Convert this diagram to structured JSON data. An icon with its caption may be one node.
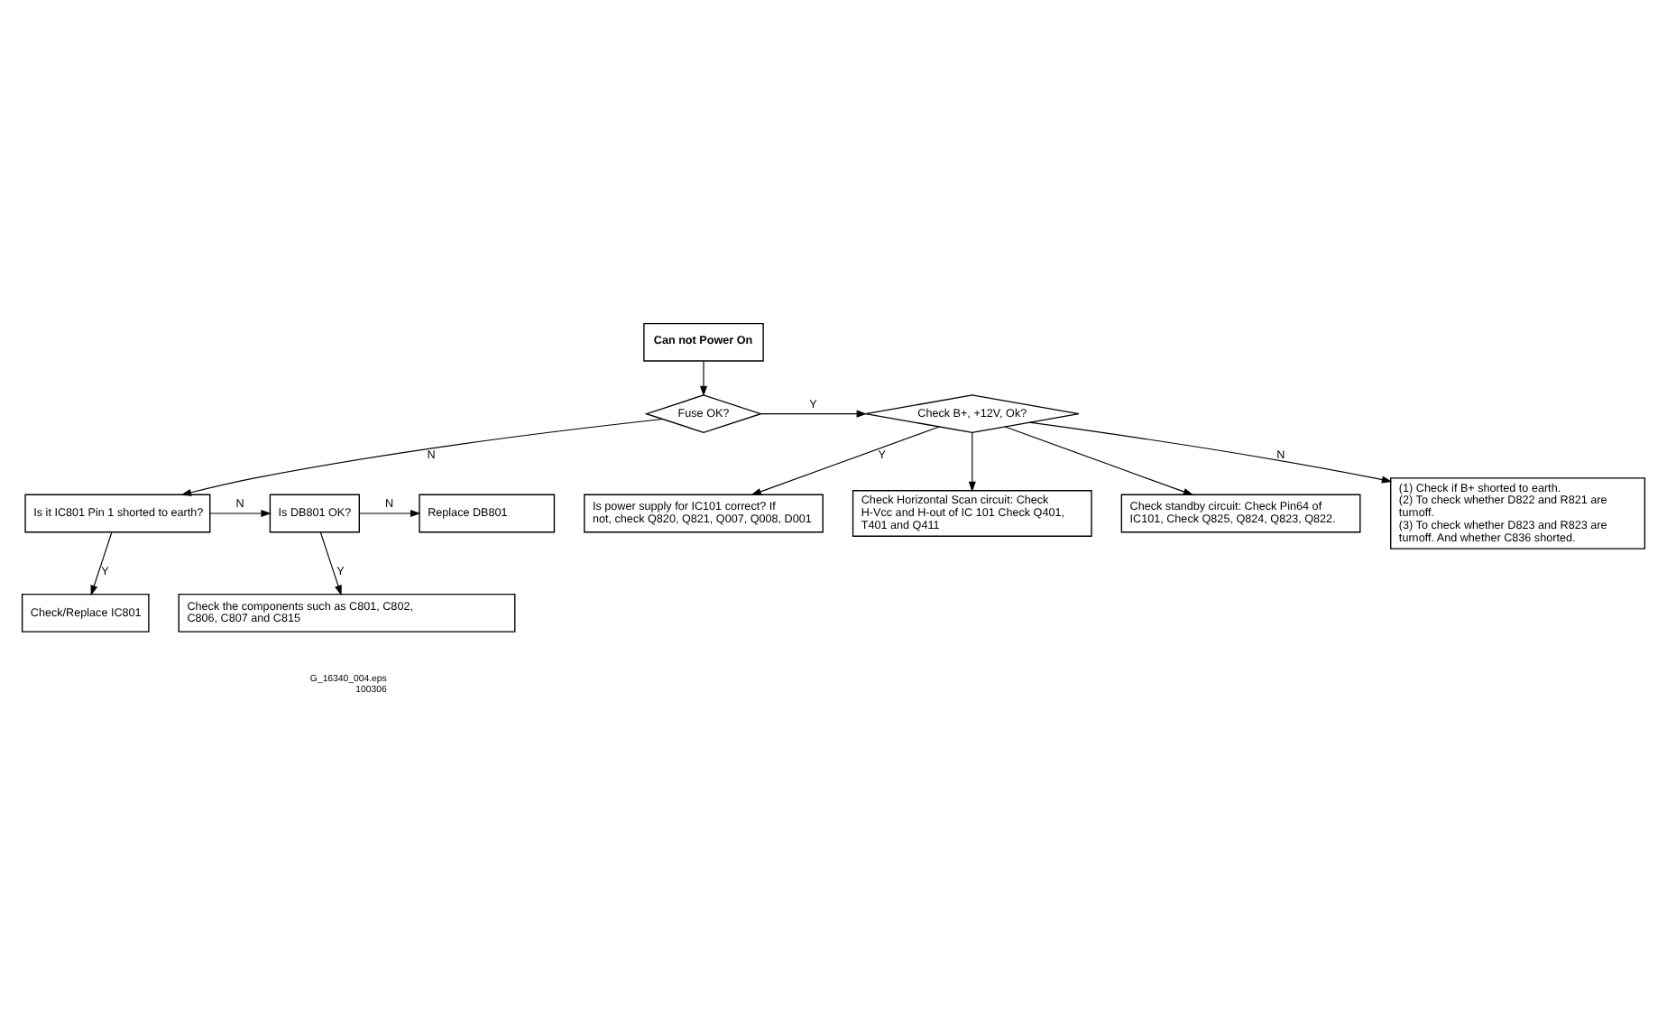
{
  "diagram": {
    "nodes": [
      {
        "text": [
          "Can not Power On"
        ]
      },
      {
        "text": [
          "Fuse OK?"
        ]
      },
      {
        "text": [
          "Check B+, +12V, Ok?"
        ]
      },
      {
        "text": [
          "Is power supply for IC101 correct? If not, check Q820, Q821, Q007, Q008, D001"
        ]
      },
      {
        "text": [
          "Check Horizontal Scan circuit: Check H-Vcc and H-out of IC 101 Check Q401, T401 and Q411"
        ]
      },
      {
        "text": [
          "Check standby circuit: Check Pin64 of IC101, Check Q825, Q824, Q823, Q822."
        ]
      },
      {
        "text": [
          "(1) Check if B+ shorted to earth.",
          "(2) To check whether D822 and R821 are turnoff.",
          "(3) To check whether D823 and R823 are turnoff. And whether C836 shorted."
        ]
      },
      {
        "text": [
          "Is it IC801 Pin 1 shorted to earth?"
        ]
      },
      {
        "text": [
          "Is DB801 OK?"
        ]
      },
      {
        "text": [
          "Replace DB801"
        ]
      },
      {
        "text": [
          "Check/Replace IC801"
        ]
      },
      {
        "text": [
          "Check the components such as C801, C802, C806, C807 and C815"
        ]
      }
    ],
    "edges": [
      {
        "from": 0,
        "to": 1,
        "arrow": "to"
      },
      {
        "from": 1,
        "to": 2,
        "arrow": "to",
        "label": "Y"
      },
      {
        "from": 2,
        "to": 3,
        "arrow": "to",
        "label": "Y"
      },
      {
        "from": 2,
        "to": 4,
        "arrow": "to"
      },
      {
        "from": 2,
        "to": 5,
        "arrow": "to"
      },
      {
        "from": 2,
        "to": 6,
        "arrow": "to",
        "label": "N"
      },
      {
        "from": 1,
        "to": 7,
        "arrow": "to",
        "label": "N"
      },
      {
        "from": 7,
        "to": 8,
        "arrow": "to",
        "label": "N"
      },
      {
        "from": 8,
        "to": 9,
        "arrow": "to",
        "label": "N"
      },
      {
        "from": 7,
        "to": 10,
        "arrow": "to",
        "label": "Y"
      },
      {
        "from": 8,
        "to": 11,
        "arrow": "to",
        "label": "Y"
      }
    ],
    "labels": [
      "G_16340_004.eps",
      "100306"
    ]
  }
}
